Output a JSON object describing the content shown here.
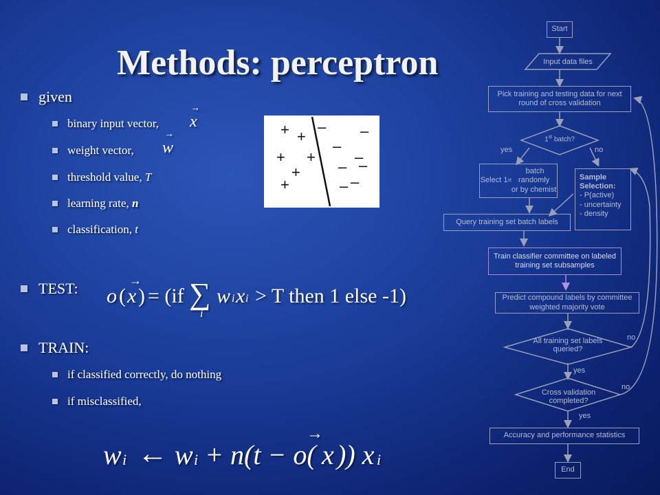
{
  "title": "Methods: perceptron",
  "bullets": {
    "given": "given",
    "binary_input": "binary input vector,",
    "weight": "weight vector,",
    "threshold": "threshold value, ",
    "threshold_var": "T",
    "learning": "learning rate, ",
    "learning_var": "n",
    "classification": "classification, ",
    "classification_var": "t",
    "test": "TEST:",
    "train": "TRAIN:",
    "correct": "if classified correctly, do nothing",
    "mis": "if misclassified,"
  },
  "math": {
    "x_vec": "x",
    "w_vec": "w",
    "test_formula_o": "o",
    "test_formula_x": "x",
    "test_formula_mid": "= (if",
    "test_formula_sum": "∑",
    "test_formula_i": "i",
    "test_formula_wx": "w",
    "test_formula_wi": "i",
    "test_formula_x2": "x",
    "test_formula_xi": "i",
    "test_formula_rest": "> T  then 1 else -1)",
    "train_formula": "w",
    "train_i1": "i",
    "train_arrow": "←",
    "train_w2": "w",
    "train_i2": "i",
    "train_plus": "+ n(t − o(",
    "train_x": "x",
    "train_close": ")) x",
    "train_i3": "i"
  },
  "plot": {
    "plus_sign": "+",
    "minus_sign": "–"
  },
  "flowchart": {
    "start": "Start",
    "input": "Input data files",
    "pick": "Pick training and testing data for next round of cross validation",
    "first_batch": "1st batch?",
    "yes1": "yes",
    "no1": "no",
    "select": "Select 1st batch randomly or by chemist",
    "sample_title": "Sample Selection:",
    "sample_l1": "- P(active)",
    "sample_l2": "- uncertainty",
    "sample_l3": "- density",
    "query": "Query training set batch labels",
    "train": "Train classifier committee on labeled training set subsamples",
    "predict": "Predict compound labels by committee weighted majority vote",
    "all_queried": "All training set labels queried?",
    "no2": "no",
    "yes2": "yes",
    "cv_done": "Cross validation completed?",
    "no3": "no",
    "yes3": "yes",
    "accuracy": "Accuracy and performance statistics",
    "end": "End"
  }
}
